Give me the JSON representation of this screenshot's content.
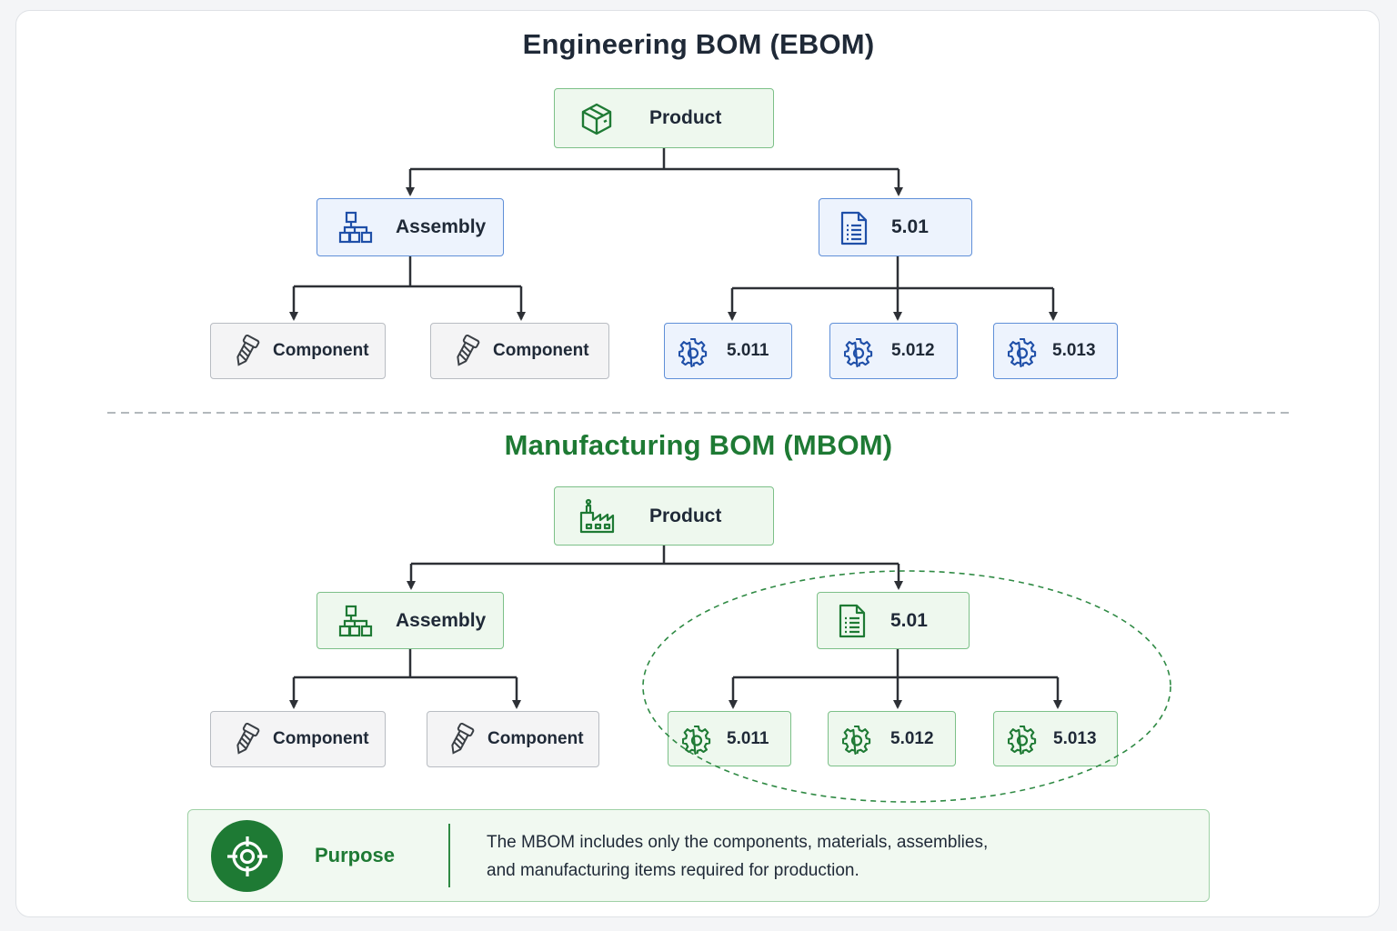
{
  "ebom": {
    "title": "Engineering BOM (EBOM)",
    "product": {
      "label": "Product",
      "icon": "package-box-icon"
    },
    "assembly": {
      "label": "Assembly",
      "icon": "assembly-blocks-icon"
    },
    "document": {
      "label": "5.01",
      "icon": "document-list-icon"
    },
    "components": [
      {
        "label": "Component",
        "icon": "screw-icon"
      },
      {
        "label": "Component",
        "icon": "screw-icon"
      }
    ],
    "parts": [
      {
        "label": "5.011",
        "icon": "gear-icon"
      },
      {
        "label": "5.012",
        "icon": "gear-icon"
      },
      {
        "label": "5.013",
        "icon": "gear-icon"
      }
    ]
  },
  "mbom": {
    "title": "Manufacturing BOM (MBOM)",
    "product": {
      "label": "Product",
      "icon": "factory-icon"
    },
    "assembly": {
      "label": "Assembly",
      "icon": "assembly-blocks-icon"
    },
    "document": {
      "label": "5.01",
      "icon": "document-list-icon"
    },
    "components": [
      {
        "label": "Component",
        "icon": "screw-icon"
      },
      {
        "label": "Component",
        "icon": "screw-icon"
      }
    ],
    "parts": [
      {
        "label": "5.011",
        "icon": "gear-icon"
      },
      {
        "label": "5.012",
        "icon": "gear-icon"
      },
      {
        "label": "5.013",
        "icon": "gear-icon"
      }
    ]
  },
  "purpose": {
    "title": "Purpose",
    "icon": "target-crosshair-icon",
    "text_line1": "The MBOM includes only the components, materials, assemblies,",
    "text_line2": "and manufacturing items required for production."
  },
  "colors": {
    "green_accent": "#1e7a34",
    "blue_accent": "#1f4fa8",
    "dark_text": "#1f2937",
    "connector": "#2d3036"
  }
}
